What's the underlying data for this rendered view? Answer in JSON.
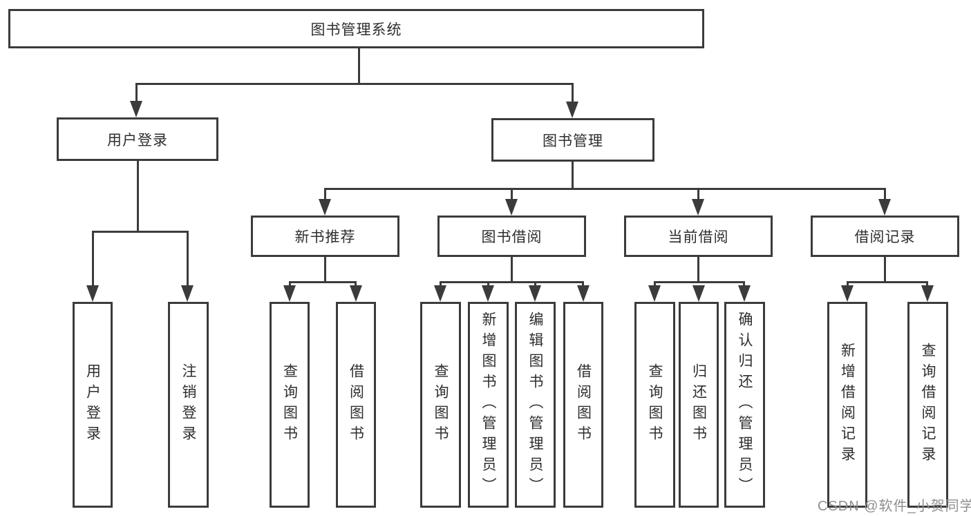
{
  "diagram": {
    "root": {
      "label": "图书管理系统"
    },
    "branches": [
      {
        "label": "用户登录",
        "children": [
          {
            "label": "用户登录"
          },
          {
            "label": "注销登录"
          }
        ]
      },
      {
        "label": "图书管理",
        "children": [
          {
            "label": "新书推荐",
            "children": [
              {
                "label": "查询图书"
              },
              {
                "label": "借阅图书"
              }
            ]
          },
          {
            "label": "图书借阅",
            "children": [
              {
                "label": "查询图书"
              },
              {
                "label": "新增图书（管理员）"
              },
              {
                "label": "编辑图书（管理员）"
              },
              {
                "label": "借阅图书"
              }
            ]
          },
          {
            "label": "当前借阅",
            "children": [
              {
                "label": "查询图书"
              },
              {
                "label": "归还图书"
              },
              {
                "label": "确认归还（管理员）"
              }
            ]
          },
          {
            "label": "借阅记录",
            "children": [
              {
                "label": "新增借阅记录"
              },
              {
                "label": "查询借阅记录"
              }
            ]
          }
        ]
      }
    ]
  },
  "watermark": {
    "text": "CSDN @软件_小贺同学"
  },
  "colors": {
    "line": "#3b3b3b",
    "text": "#2e2e2e",
    "watermark": "#8f8f8f",
    "background": "#ffffff"
  }
}
